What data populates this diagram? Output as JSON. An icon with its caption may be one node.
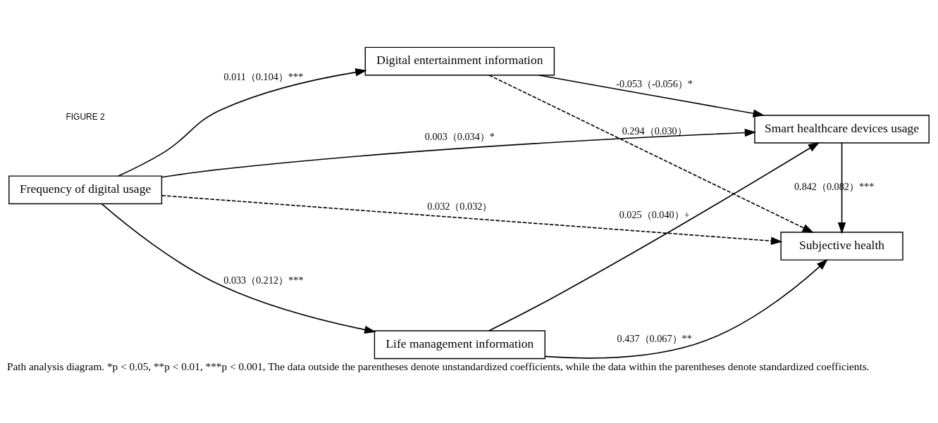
{
  "diagram": {
    "caption": "Path analysis diagram. *p < 0.05, **p < 0.01, ***p < 0.001, The data outside the parentheses denote unstandardized coefficients, while the data within the parentheses denote standardized coefficients.",
    "nodes": [
      {
        "text": [
          "Frequency of digital usage"
        ]
      },
      {
        "text": [
          "Digital entertainment information"
        ]
      },
      {
        "text": [
          "Life management information"
        ]
      },
      {
        "text": [
          "Smart healthcare devices usage"
        ]
      },
      {
        "text": [
          "Subjective health"
        ]
      }
    ],
    "edges": [
      {
        "from": 0,
        "to": 1,
        "arrow": "to",
        "label": "0.011（0.104）***"
      },
      {
        "from": 0,
        "to": 3,
        "arrow": "to",
        "label": "0.003（0.034）*"
      },
      {
        "from": 0,
        "to": 4,
        "arrow": "to",
        "label": "0.032（0.032）",
        "style": "dashed"
      },
      {
        "from": 0,
        "to": 2,
        "arrow": "to",
        "label": "0.033（0.212）***"
      },
      {
        "from": 1,
        "to": 3,
        "arrow": "to",
        "label": "-0.053（-0.056）*"
      },
      {
        "from": 1,
        "to": 4,
        "arrow": "to",
        "label": "0.294（0.030）",
        "style": "dashed"
      },
      {
        "from": 2,
        "to": 3,
        "arrow": "to",
        "label": "0.025（0.040）+"
      },
      {
        "from": 2,
        "to": 4,
        "arrow": "to",
        "label": "0.437（0.067）**"
      },
      {
        "from": 3,
        "to": 4,
        "arrow": "to",
        "label": "0.842（0.082）***"
      }
    ],
    "labels": [
      "FIGURE 2"
    ]
  }
}
